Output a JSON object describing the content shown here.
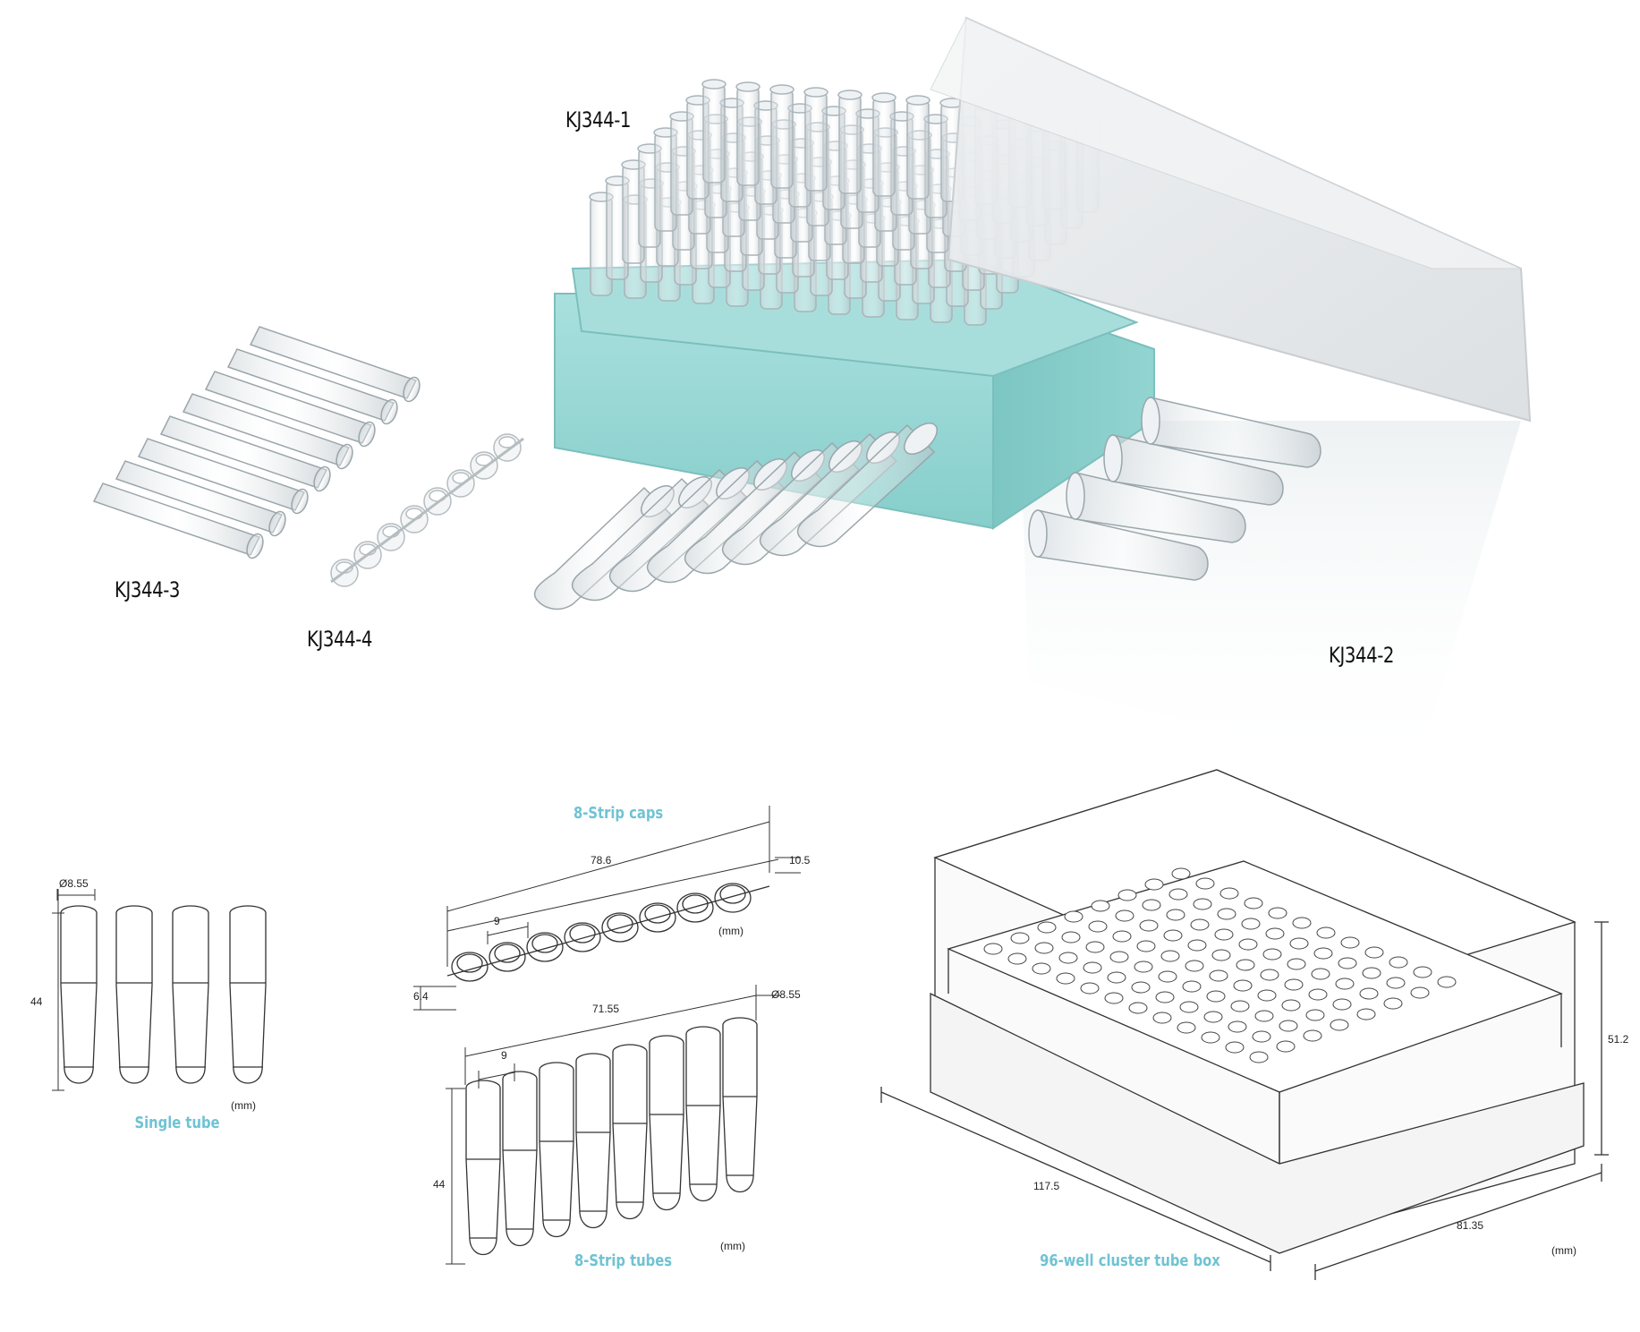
{
  "product_codes": {
    "kj344_1": "KJ344-1",
    "kj344_2": "KJ344-2",
    "kj344_3": "KJ344-3",
    "kj344_4": "KJ344-4"
  },
  "single_tube": {
    "title": "Single tube",
    "diameter": "Ø8.55",
    "height": "44",
    "unit": "(mm)"
  },
  "strip_caps": {
    "title": "8-Strip caps",
    "length": "78.6",
    "width": "10.5",
    "pitch": "9",
    "height": "6.4",
    "unit": "(mm)"
  },
  "strip_tubes": {
    "title": "8-Strip tubes",
    "length": "71.55",
    "diameter": "Ø8.55",
    "pitch": "9",
    "height": "44",
    "unit": "(mm)"
  },
  "tube_box": {
    "title": "96-well cluster tube box",
    "length": "117.5",
    "width": "81.35",
    "height": "51.2",
    "unit": "(mm)"
  },
  "colors": {
    "rack": "#8fd3d0",
    "caption": "#6fc3d3",
    "outline": "#333333"
  }
}
